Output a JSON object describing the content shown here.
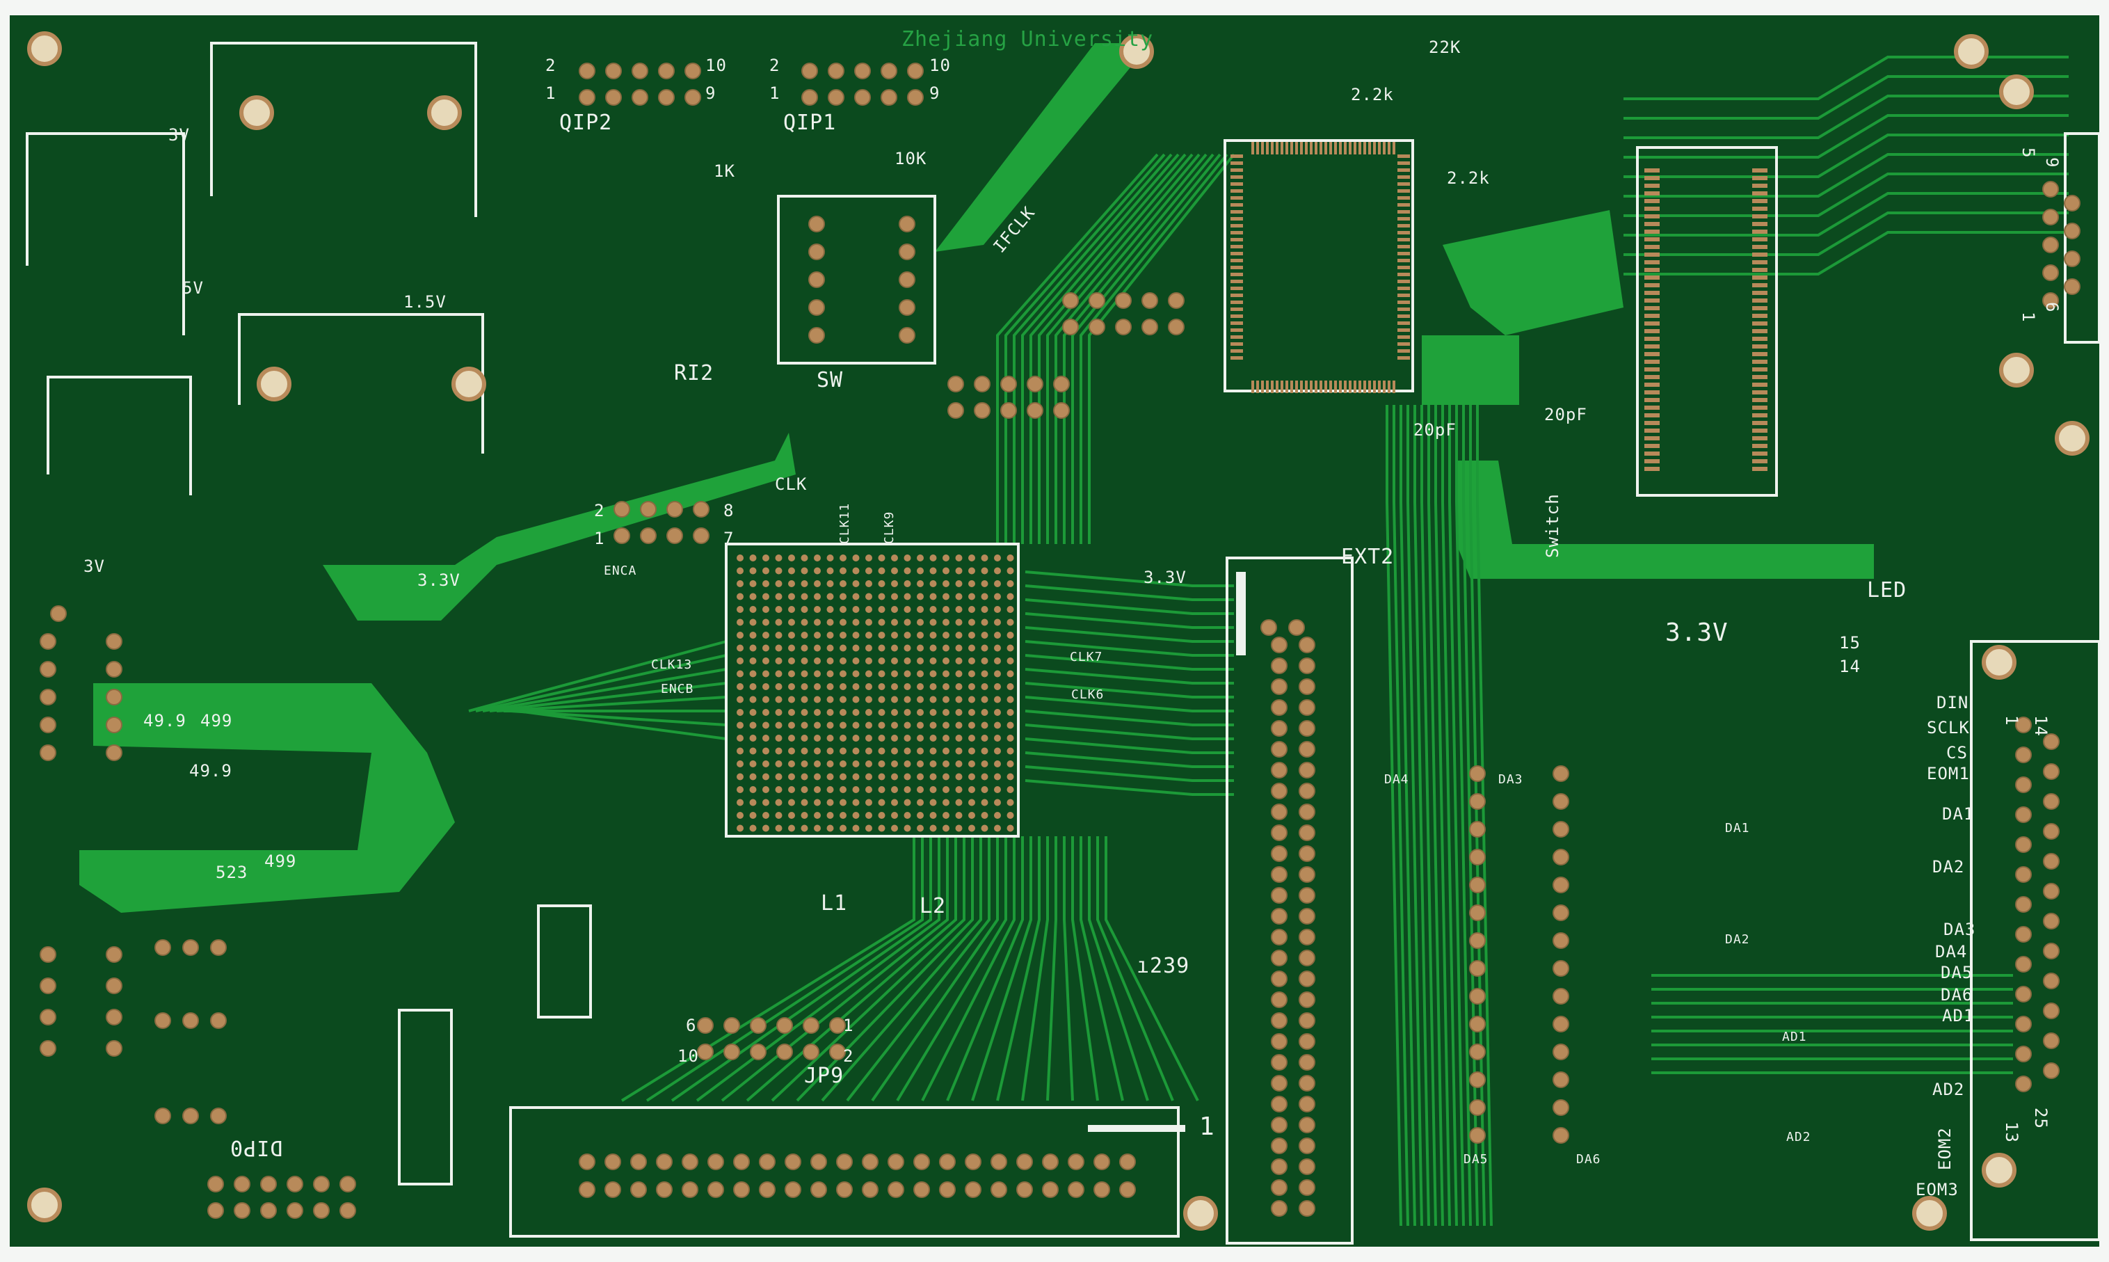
{
  "board": {
    "colors": {
      "solder_mask": "#0b4a1e",
      "copper_pour": "#1fa23a",
      "trace": "#1c9a38",
      "silkscreen": "#eef3ee",
      "pad": "#b88a5a",
      "hole": "#e7d9b9"
    },
    "logo_text": "Zhejiang University",
    "labels": {
      "qip2": "QIP2",
      "qip1": "QIP1",
      "r1k": "1K",
      "r10k": "10K",
      "ifclk": "IFCLK",
      "sw": "SW",
      "ri2": "RI2",
      "v3_a": "3V",
      "v5": "5V",
      "v1_5": "1.5V",
      "v3_b": "3V",
      "v33_a": "3.3V",
      "clk": "CLK",
      "clk11": "CLK11",
      "clk9": "CLK9",
      "enca": "ENCA",
      "encb": "ENCB",
      "clk13": "CLK13",
      "clk7": "CLK7",
      "clk6": "CLK6",
      "v33_b": "3.3V",
      "ext2": "EXT2",
      "r22k": "22K",
      "r2_2k_a": "2.2k",
      "r2_2k_b": "2.2k",
      "c20pf_a": "20pF",
      "c20pf_b": "20pF",
      "switch": "Switch",
      "led": "LED",
      "v33_c": "3.3V",
      "n15": "15",
      "n14": "14",
      "da4": "DA4",
      "da3": "DA3",
      "da1": "DA1",
      "da2": "DA2",
      "da5": "DA5",
      "da6": "DA6",
      "ad1": "AD1",
      "ad2": "AD2",
      "r49_9_a": "49.9",
      "r499_a": "499",
      "r49_9_b": "49.9",
      "r523": "523",
      "r499_b": "499",
      "l1": "L1",
      "l2": "L2",
      "code": "ı239",
      "jp9": "JP9",
      "dip0": "DIP0",
      "pin1": "1",
      "num_2a": "2",
      "num_1a": "1",
      "num_10a": "10",
      "num_9a": "9",
      "num_2b": "2",
      "num_1b": "1",
      "num_10b": "10",
      "num_9b": "9",
      "num_2c": "2",
      "num_1c": "1",
      "num_8c": "8",
      "num_7c": "7",
      "num_6": "6",
      "num_10d": "10",
      "num_1d": "1",
      "num_2d": "2"
    },
    "connector_labels": {
      "din": "DIN",
      "sclk": "SCLK",
      "cs": "CS",
      "eom1": "EOM1",
      "da1": "DA1",
      "da2": "DA2",
      "da3": "DA3",
      "da4": "DA4",
      "da5": "DA5",
      "da6": "DA6",
      "ad1": "AD1",
      "ad2": "AD2",
      "eom2": "EOM2",
      "eom3": "EOM3",
      "pin1": "1",
      "pin14": "14",
      "pin13": "13",
      "pin25": "25"
    },
    "db9_labels": {
      "pin5": "5",
      "pin9": "9",
      "pin1": "1",
      "pin6": "6"
    }
  }
}
